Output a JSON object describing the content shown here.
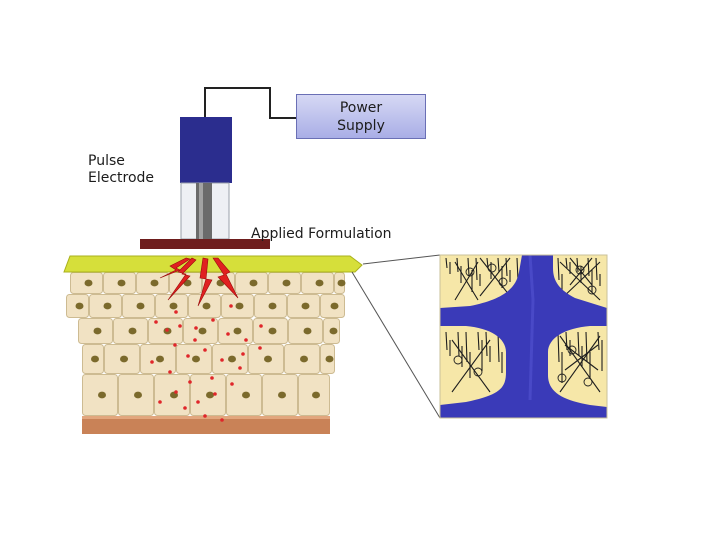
{
  "labels": {
    "pulse_electrode_line1": "Pulse",
    "pulse_electrode_line2": "Electrode",
    "power_supply_line1": "Power",
    "power_supply_line2": "Supply",
    "applied_formulation": "Applied Formulation"
  },
  "colors": {
    "electrode_body": "#2b2d8e",
    "electrode_rod": "#6b6b6b",
    "power_box": "#b3b7ea",
    "formulation_layer": "#d6df3a",
    "electrode_pad": "#6e1d1d",
    "cell": "#f1e2c3",
    "cell_nucleus": "#7b6a2c",
    "drug_particles": "#e0262a",
    "dermis_base": "#c98257",
    "lipid_matrix": "#f6e7a8",
    "pore_channel": "#3a3ab8"
  }
}
